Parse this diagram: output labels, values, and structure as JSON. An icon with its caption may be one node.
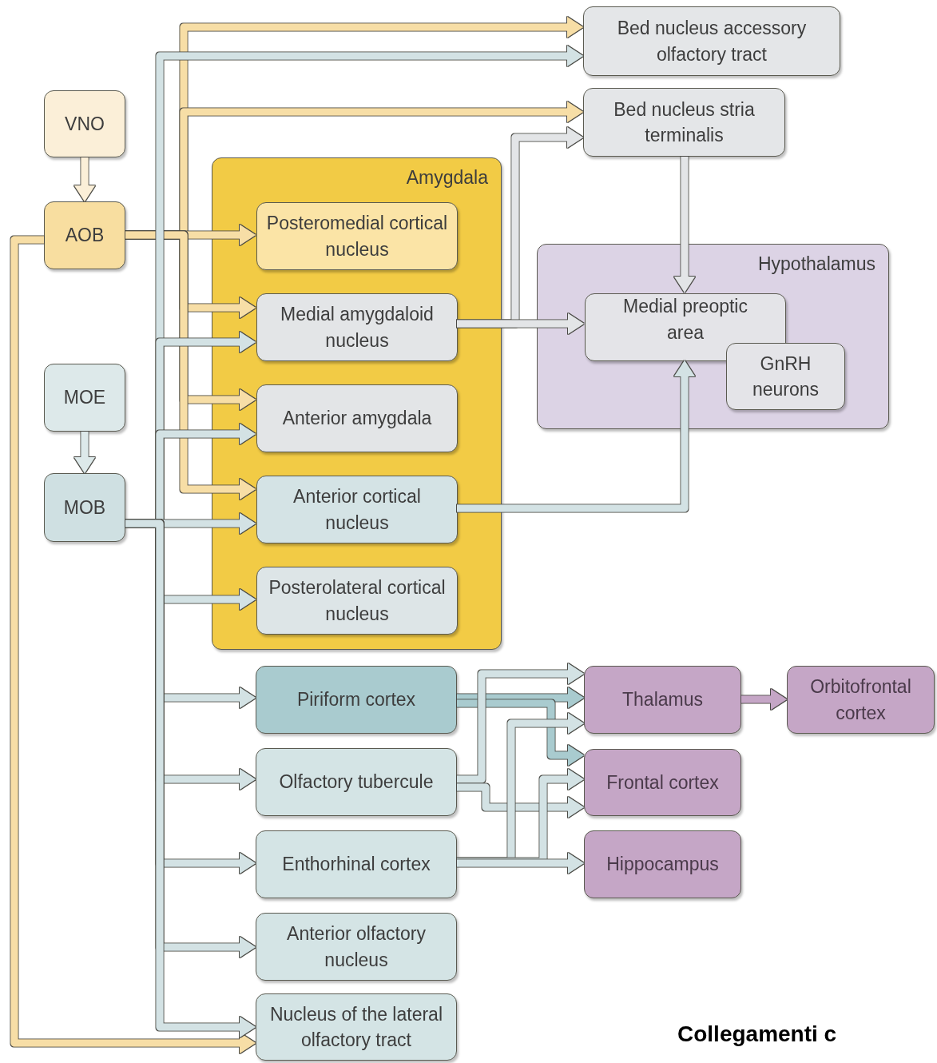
{
  "diagram": {
    "nodes": [
      {
        "text": [
          "VNO"
        ]
      },
      {
        "text": [
          "AOB"
        ]
      },
      {
        "text": [
          "MOE"
        ]
      },
      {
        "text": [
          "MOB"
        ]
      },
      {
        "text": [
          "Bed nucleus accessory olfactory tract"
        ]
      },
      {
        "text": [
          "Bed nucleus stria terminalis"
        ]
      },
      {
        "text": [
          "Amygdala"
        ]
      },
      {
        "text": [
          "Posteromedial cortical nucleus"
        ],
        "in": 6
      },
      {
        "text": [
          "Medial amygdaloid nucleus"
        ],
        "in": 6
      },
      {
        "text": [
          "Anterior amygdala"
        ],
        "in": 6
      },
      {
        "text": [
          "Anterior cortical nucleus"
        ],
        "in": 6
      },
      {
        "text": [
          "Posterolateral cortical nucleus"
        ],
        "in": 6
      },
      {
        "text": [
          "Hypothalamus"
        ]
      },
      {
        "text": [
          "Medial preoptic area"
        ],
        "in": 12
      },
      {
        "text": [
          "GnRH neurons"
        ],
        "in": 12
      },
      {
        "text": [
          "Piriform cortex"
        ]
      },
      {
        "text": [
          "Olfactory tubercule"
        ]
      },
      {
        "text": [
          "Enthorhinal cortex"
        ]
      },
      {
        "text": [
          "Anterior olfactory nucleus"
        ]
      },
      {
        "text": [
          "Nucleus of the lateral olfactory tract"
        ]
      },
      {
        "text": [
          "Thalamus"
        ]
      },
      {
        "text": [
          "Frontal cortex"
        ]
      },
      {
        "text": [
          "Hippocampus"
        ]
      },
      {
        "text": [
          "Orbitofrontal cortex"
        ]
      }
    ],
    "edges": [
      {
        "from": 0,
        "to": 1,
        "arrow": "to",
        "color": "#fbefd8"
      },
      {
        "from": 2,
        "to": 3,
        "arrow": "to",
        "color": "#dde9ea"
      },
      {
        "from": 1,
        "to": 4,
        "arrow": "to",
        "color": "#f7dea6"
      },
      {
        "from": 1,
        "to": 5,
        "arrow": "to",
        "color": "#f7dea6"
      },
      {
        "from": 1,
        "to": 7,
        "arrow": "to",
        "color": "#f7dea6"
      },
      {
        "from": 1,
        "to": 8,
        "arrow": "to",
        "color": "#f7dea6"
      },
      {
        "from": 1,
        "to": 9,
        "arrow": "to",
        "color": "#f7dea6"
      },
      {
        "from": 1,
        "to": 10,
        "arrow": "to",
        "color": "#f7dea6"
      },
      {
        "from": 1,
        "to": 19,
        "arrow": "to",
        "color": "#f7dea6"
      },
      {
        "from": 3,
        "to": 4,
        "arrow": "to"
      },
      {
        "from": 3,
        "to": 8,
        "arrow": "to"
      },
      {
        "from": 3,
        "to": 9,
        "arrow": "to"
      },
      {
        "from": 3,
        "to": 10,
        "arrow": "to"
      },
      {
        "from": 3,
        "to": 11,
        "arrow": "to"
      },
      {
        "from": 3,
        "to": 15,
        "arrow": "to"
      },
      {
        "from": 3,
        "to": 16,
        "arrow": "to"
      },
      {
        "from": 3,
        "to": 17,
        "arrow": "to"
      },
      {
        "from": 3,
        "to": 18,
        "arrow": "to"
      },
      {
        "from": 3,
        "to": 19,
        "arrow": "to"
      },
      {
        "from": 8,
        "to": 5,
        "arrow": "to",
        "color": "#e3e5e7"
      },
      {
        "from": 8,
        "to": 13,
        "arrow": "to",
        "color": "#e3e5e7"
      },
      {
        "from": 5,
        "to": 13,
        "arrow": "to",
        "color": "#e3e5e7"
      },
      {
        "from": 10,
        "to": 13,
        "arrow": "to"
      },
      {
        "from": 15,
        "to": 20,
        "arrow": "to",
        "color": "#a9cbcf"
      },
      {
        "from": 15,
        "to": 21,
        "arrow": "to",
        "color": "#a9cbcf"
      },
      {
        "from": 16,
        "to": 20,
        "arrow": "to"
      },
      {
        "from": 16,
        "to": 21,
        "arrow": "to"
      },
      {
        "from": 17,
        "to": 20,
        "arrow": "to"
      },
      {
        "from": 17,
        "to": 21,
        "arrow": "to"
      },
      {
        "from": 17,
        "to": 22,
        "arrow": "to"
      },
      {
        "from": 20,
        "to": 23,
        "arrow": "to",
        "color": "#c5a6c6"
      }
    ],
    "labels": [
      "Collegamenti c"
    ]
  }
}
